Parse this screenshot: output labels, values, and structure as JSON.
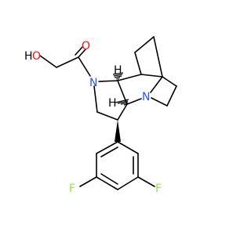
{
  "molecule": {
    "colors": {
      "bond": "#000000",
      "oxygen": "#ff0d0d",
      "nitrogen": "#3050f8",
      "fluorine": "#90e050",
      "hydrogen": "#000000",
      "background": "#ffffff"
    },
    "atoms": {
      "ho_label": "HO",
      "ho_h": "H",
      "ho_o": "O",
      "carbonyl_o": "O",
      "n_amide": "N",
      "n_bridge": "N",
      "f_left": "F",
      "f_right": "F"
    },
    "stereo_hydrogens": [
      "H",
      "H"
    ]
  }
}
